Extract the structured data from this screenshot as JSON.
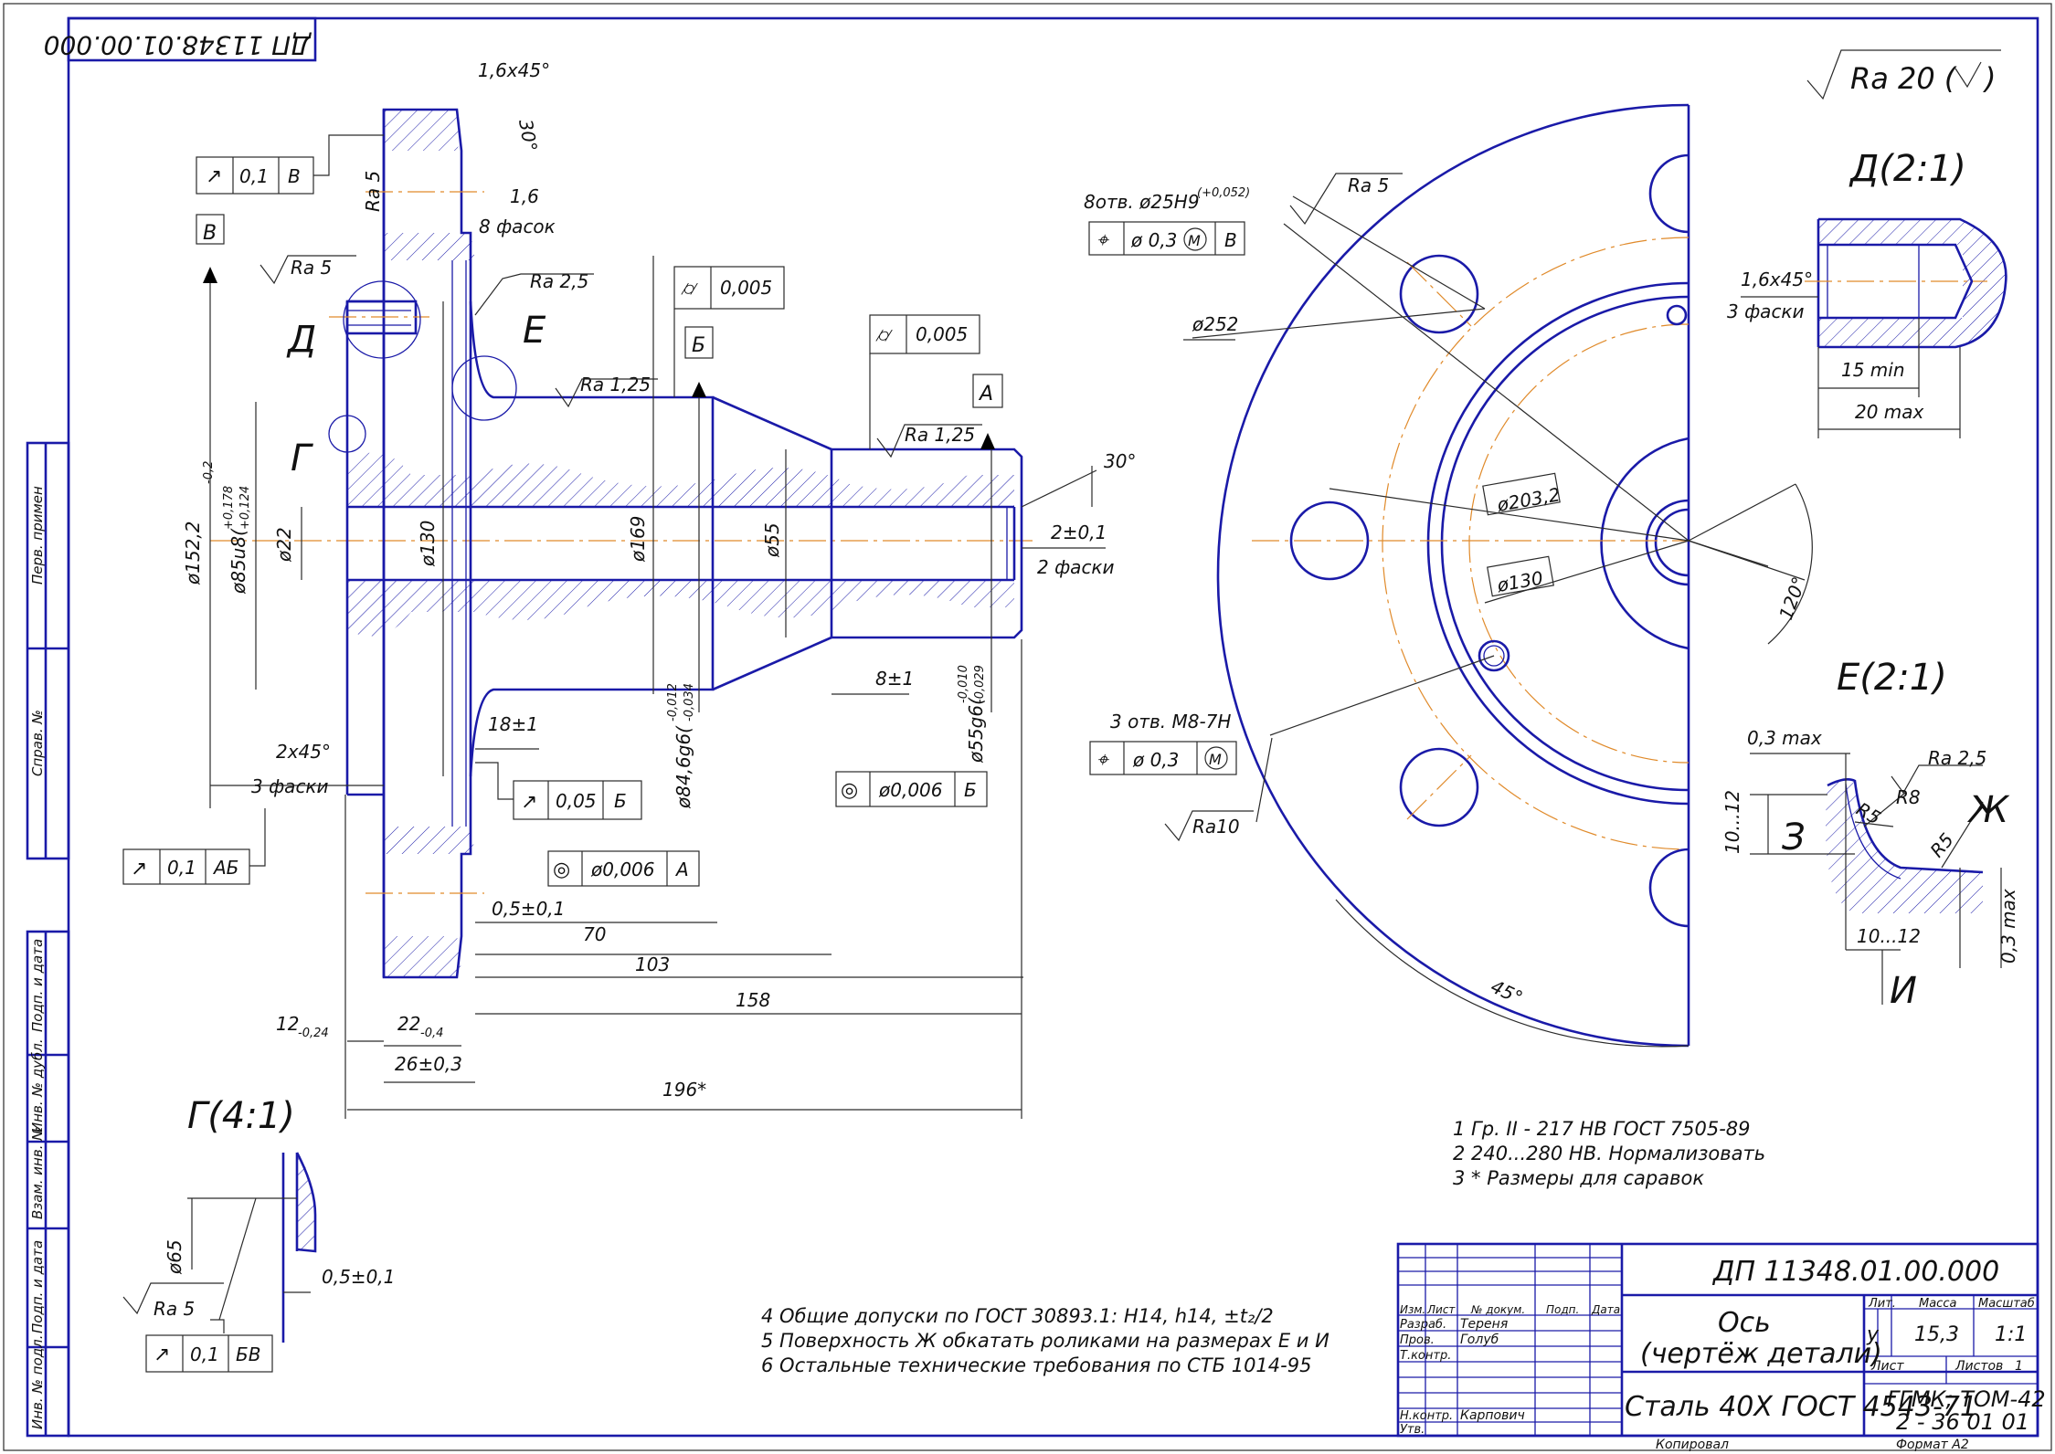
{
  "stamp": "ДП 11348.01.00.000",
  "roughness_general": "Ra 20 (",
  "views": {
    "d": "Д(2:1)",
    "e": "Е(2:1)",
    "g": "Г(4:1)"
  },
  "labels": {
    "D": "Д",
    "E": "Е",
    "G": "Г",
    "B": "В",
    "Bb": "Б",
    "A": "А",
    "Z": "З",
    "Zh": "Ж",
    "I": "И"
  },
  "left_dims": {
    "chamfer_top": "1,6х45°",
    "angle30": "30°",
    "d16": "1,6",
    "facets": "8 фасок",
    "ra5a": "Ra 5",
    "ra5b": "Ra 5",
    "ra25": "Ra 2,5",
    "ra125a": "Ra 1,25",
    "ra125b": "Ra 1,25",
    "dia1522": "ø152,2",
    "dia1522_tol": "-0,2",
    "dia85": "ø85u8(",
    "dia85_tol_up": "+0,178",
    "dia85_tol_lo": "+0,124",
    "dia22": "ø22",
    "dia130": "ø130",
    "dia169": "ø169",
    "dia55": "ø55",
    "angle30b": "30°",
    "chamfer2": "2±0,1",
    "chamfer2_n": "2 фаски",
    "dim8": "8±1",
    "dia55g6": "ø55g6(",
    "dia55g6_up": "-0,010",
    "dia55g6_lo": "-0,029",
    "dia846": "ø84,6g6(",
    "dia846_up": "-0,012",
    "dia846_lo": "-0,034",
    "dim18": "18±1",
    "chamfer2x45": "2х45°",
    "chamfer2x45_n": "3 фаски",
    "dim05": "0,5±0,1",
    "dim70": "70",
    "dim103": "103",
    "dim158": "158",
    "dim12": "12",
    "dim12_tol": "-0,24",
    "dim22": "22",
    "dim22_tol": "-0,4",
    "dim26": "26±0,3",
    "dim196": "196*"
  },
  "frames": {
    "f1": {
      "sym": "↗",
      "val": "0,1",
      "base": "В"
    },
    "f2": {
      "sym": "⌭",
      "val": "0,005"
    },
    "f3": {
      "sym": "⌭",
      "val": "0,005"
    },
    "f4": {
      "sym": "↗",
      "val": "0,05",
      "base": "Б"
    },
    "f5": {
      "sym": "◎",
      "val": "ø0,006",
      "base": "Б"
    },
    "f6": {
      "sym": "◎",
      "val": "ø0,006",
      "base": "А"
    },
    "f7": {
      "sym": "↗",
      "val": "0,1",
      "base": "АБ"
    },
    "f8": {
      "sym": "⌖",
      "val": "ø 0,3",
      "mod": "M",
      "base": "В"
    },
    "f9": {
      "sym": "⌖",
      "val": "ø 0,3",
      "mod": "M"
    },
    "f10": {
      "sym": "↗",
      "val": "0,1",
      "base": "БВ"
    }
  },
  "right_dims": {
    "holes": "8отв. ø25H9",
    "holes_tol": "(+0,052)",
    "ra5": "Ra 5",
    "dia252": "ø252",
    "dia2032": "ø203,2",
    "dia130": "ø130",
    "angle120": "120°",
    "angle45": "45°",
    "m8": "3 отв. М8-7Н",
    "ra10": "Ra10"
  },
  "detail_d": {
    "chamfer": "1,6х45°",
    "n": "3 фаски",
    "min": "15 min",
    "max": "20 max"
  },
  "detail_e": {
    "max03": "0,3 max",
    "ra25": "Ra 2,5",
    "r8": "R8",
    "r5a": "R5",
    "r5b": "R5",
    "d1012a": "10...12",
    "d1012b": "10...12",
    "max03b": "0,3 max"
  },
  "detail_g": {
    "dia65": "ø65",
    "dim05": "0,5±0,1",
    "ra5": "Ra 5"
  },
  "notes_top": [
    "1 Гр. II - 217 НВ ГОСТ 7505-89",
    "2 240...280 НВ. Нормализовать",
    "3 * Размеры для саравок"
  ],
  "notes_bottom": [
    "4 Общие допуски по ГОСТ 30893.1: H14, h14, ±t₂/2",
    "5 Поверхность Ж обкатать роликами на размерах Е и И",
    "6 Остальные технические требования по СТБ 1014-95"
  ],
  "side_columns": [
    "Перв. примен",
    "Справ. №",
    "Подп. и дата",
    "Инв. № дубл.",
    "Взам. инв. №",
    "Подп. и дата",
    "Инв. № подл."
  ],
  "title_block": {
    "doc_no": "ДП 11348.01.00.000",
    "name1": "Ось",
    "name2": "(чертёж детали)",
    "material": "Сталь 40Х ГОСТ 4543-71",
    "org1": "ГГМК; ТОМ-42",
    "org2": "2 - 36 01 01",
    "lit_h": "Лит.",
    "mass_h": "Масса",
    "scale_h": "Масштаб",
    "lit": "у",
    "mass": "15,3",
    "scale": "1:1",
    "sheet_h": "Лист",
    "sheets_h": "Листов",
    "sheets": "1",
    "col_izm": "Изм.",
    "col_list": "Лист",
    "col_doc": "№ докум.",
    "col_sign": "Подп.",
    "col_date": "Дата",
    "r_razrab": "Разраб.",
    "r_prov": "Пров.",
    "r_tkontr": "Т.контр.",
    "r_nkontr": "Н.контр.",
    "r_utv": "Утв.",
    "n_razrab": "Тереня",
    "n_prov": "Голуб",
    "n_nkontr": "Карпович",
    "copied": "Копировал",
    "format": "Формат А2"
  }
}
